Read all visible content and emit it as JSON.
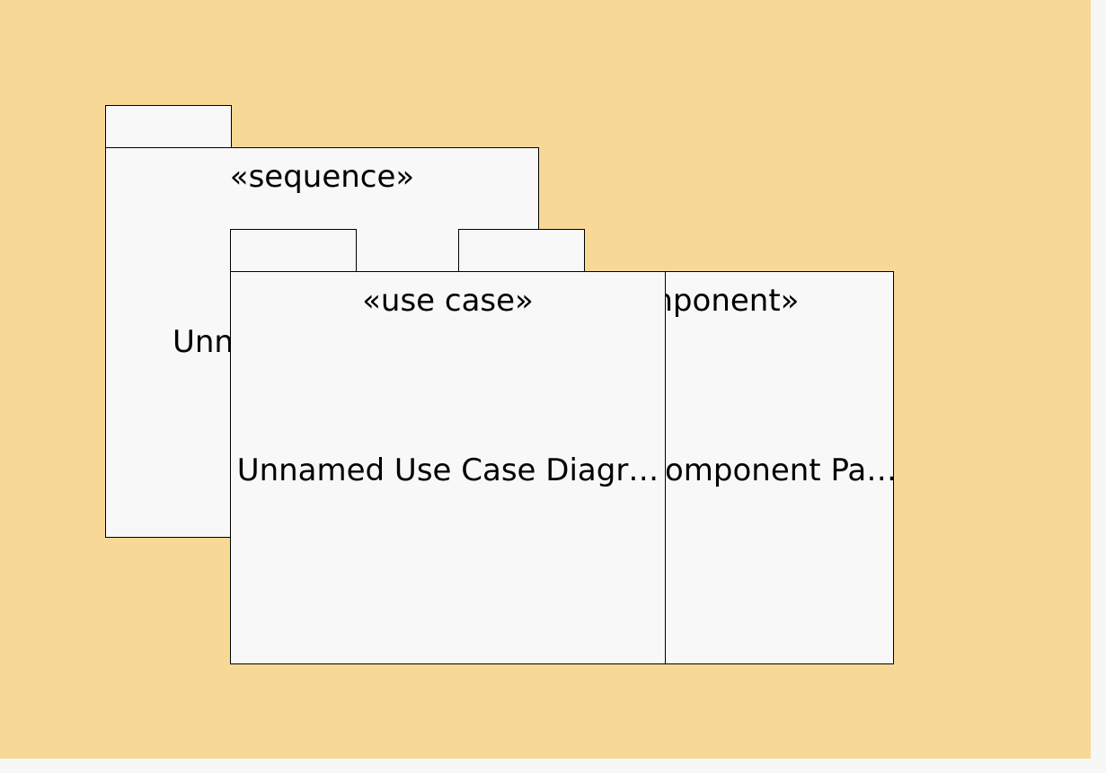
{
  "packages": {
    "sequence": {
      "stereotype": "«sequence»",
      "name": "Unn"
    },
    "component": {
      "stereotype": "«component»",
      "name": "Unnamed Component Pa…"
    },
    "use_case": {
      "stereotype": "«use case»",
      "name": "Unnamed Use Case Diagr…"
    }
  },
  "colors": {
    "canvas": "#f7d897",
    "package_fill": "#f8f8f8",
    "outline": "#000000"
  }
}
